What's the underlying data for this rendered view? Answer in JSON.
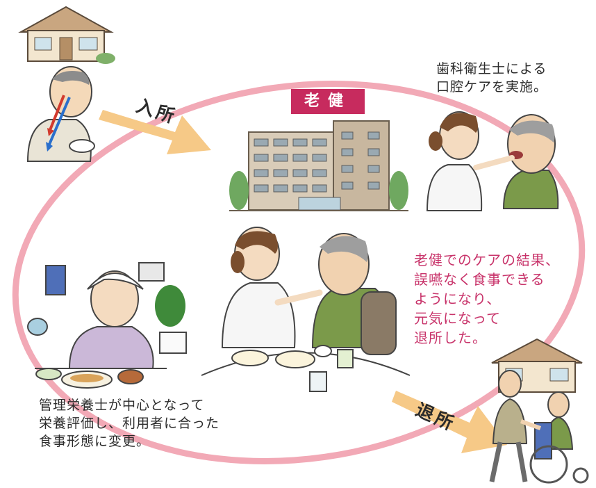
{
  "facility_label": "老健",
  "arrows": {
    "admission": "入所",
    "discharge": "退所"
  },
  "captions": {
    "dental": [
      "歯科衛生士による",
      "口腔ケアを実施。"
    ],
    "result": [
      "老健でのケアの結果、",
      "誤嚥なく食事できる",
      "ようになり、",
      "元気になって",
      "退所した。"
    ],
    "nutrition": [
      "管理栄養士が中心となって",
      "栄養評価し、利用者に合った",
      "食事形態に変更。"
    ]
  },
  "colors": {
    "ring": "#f2a9b6",
    "arrow": "#f6c987",
    "label_bg": "#c72b5e",
    "result_text": "#c8336a"
  },
  "icons": [
    "house-icon",
    "coughing-man-icon",
    "nursing-facility-building-icon",
    "dental-care-icon",
    "feeding-scene-icon",
    "dietitian-icon",
    "wheelchair-discharge-icon"
  ]
}
